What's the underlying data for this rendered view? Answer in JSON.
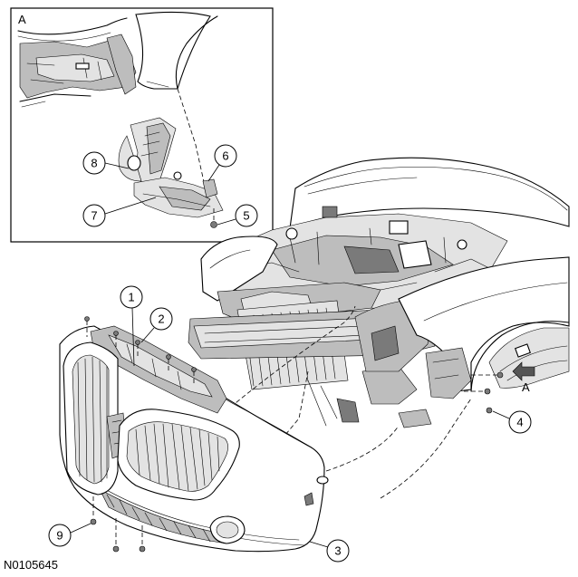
{
  "figure_id": "N0105645",
  "detail_label": "A",
  "view_arrow_label": "A",
  "callouts": [
    "1",
    "2",
    "3",
    "4",
    "5",
    "6",
    "7",
    "8",
    "9"
  ],
  "colors": {
    "ink": "#000000",
    "background": "#ffffff",
    "shade": "#bdbdbd",
    "dark": "#7a7a7a"
  }
}
